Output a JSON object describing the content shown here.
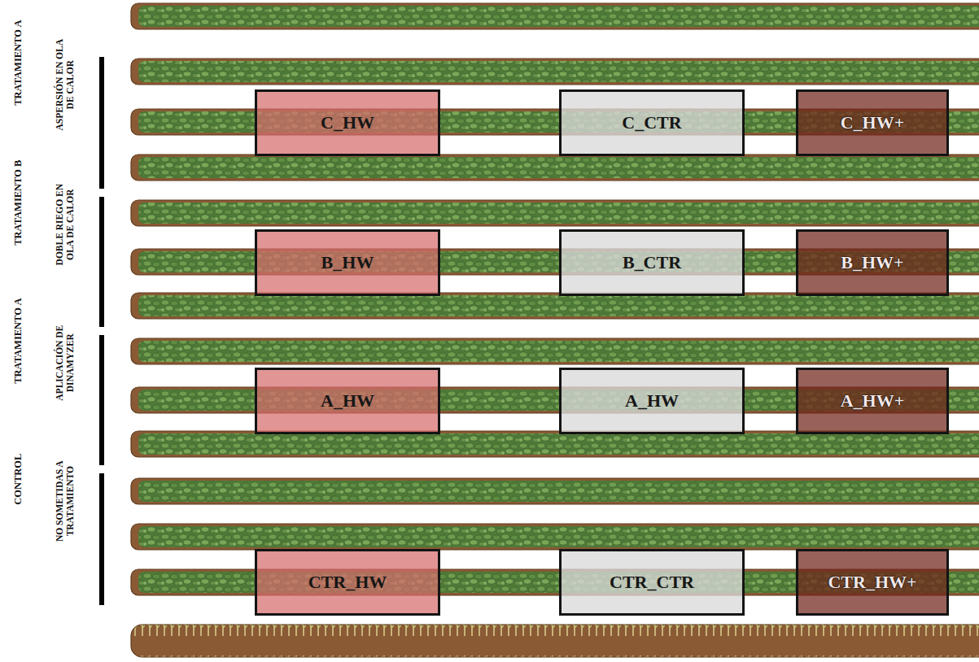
{
  "diagram": {
    "nodes": [
      {
        "text": [
          "C_HW"
        ]
      },
      {
        "text": [
          "C_CTR"
        ]
      },
      {
        "text": [
          "C_HW+"
        ]
      },
      {
        "text": [
          "B_HW"
        ]
      },
      {
        "text": [
          "B_CTR"
        ]
      },
      {
        "text": [
          "B_HW+"
        ]
      },
      {
        "text": [
          "A_HW"
        ]
      },
      {
        "text": [
          "A_HW"
        ]
      },
      {
        "text": [
          "A_HW+"
        ]
      },
      {
        "text": [
          "CTR_HW"
        ]
      },
      {
        "text": [
          "CTR_CTR"
        ]
      },
      {
        "text": [
          "CTR_HW+"
        ]
      }
    ],
    "labels": [
      "TRATAMIENTO A",
      "ASPERSIÓN EN OLA DE CALOR",
      "TRATAMIENTO B",
      "DOBLE RIEGO EN OLA DE CALOR",
      "TRATAMIENTO A",
      "APLICACIÓN DE DINAMYZER",
      "CONTROL",
      "NO SOMETIDAS A TRATAMIENTO"
    ]
  }
}
